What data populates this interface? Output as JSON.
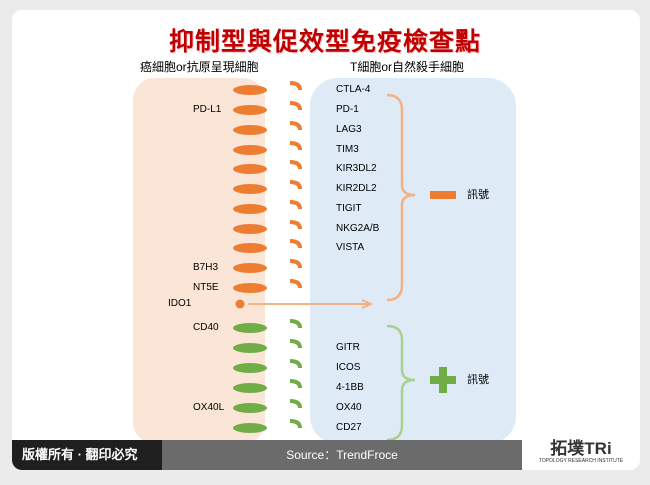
{
  "title": "抑制型與促效型免疫檢查點",
  "left_header": "癌細胞or抗原呈現細胞",
  "right_header": "T細胞or自然殺手細胞",
  "colors": {
    "inhibitory": "#ed7d31",
    "stimulatory": "#70ad47",
    "left_cell": "#fbe5d6",
    "right_cell": "#deebf7",
    "title": "#c00000"
  },
  "inhibitory": {
    "ligands": [
      "",
      "PD-L1",
      "",
      "",
      "",
      "",
      "",
      "",
      "",
      "B7H3",
      "NT5E"
    ],
    "receptors": [
      "CTLA-4",
      "PD-1",
      "LAG3",
      "TIM3",
      "KIR3DL2",
      "KIR2DL2",
      "TIGIT",
      "NKG2A/B",
      "VISTA",
      "",
      ""
    ],
    "signal_label": "訊號",
    "signal_icon": "minus-icon"
  },
  "ido": {
    "label": "IDO1"
  },
  "stimulatory": {
    "ligands": [
      "CD40",
      "",
      "",
      "",
      "OX40L",
      ""
    ],
    "receptors": [
      "",
      "GITR",
      "ICOS",
      "4-1BB",
      "OX40",
      "CD27"
    ],
    "signal_label": "訊號",
    "signal_icon": "plus-icon"
  },
  "footer": {
    "copyright": "版權所有 · 翻印必究",
    "source": "Source：TrendFroce",
    "logo": "拓墣TRi",
    "logo_sub": "TOPOLOGY RESEARCH INSTITUTE"
  }
}
